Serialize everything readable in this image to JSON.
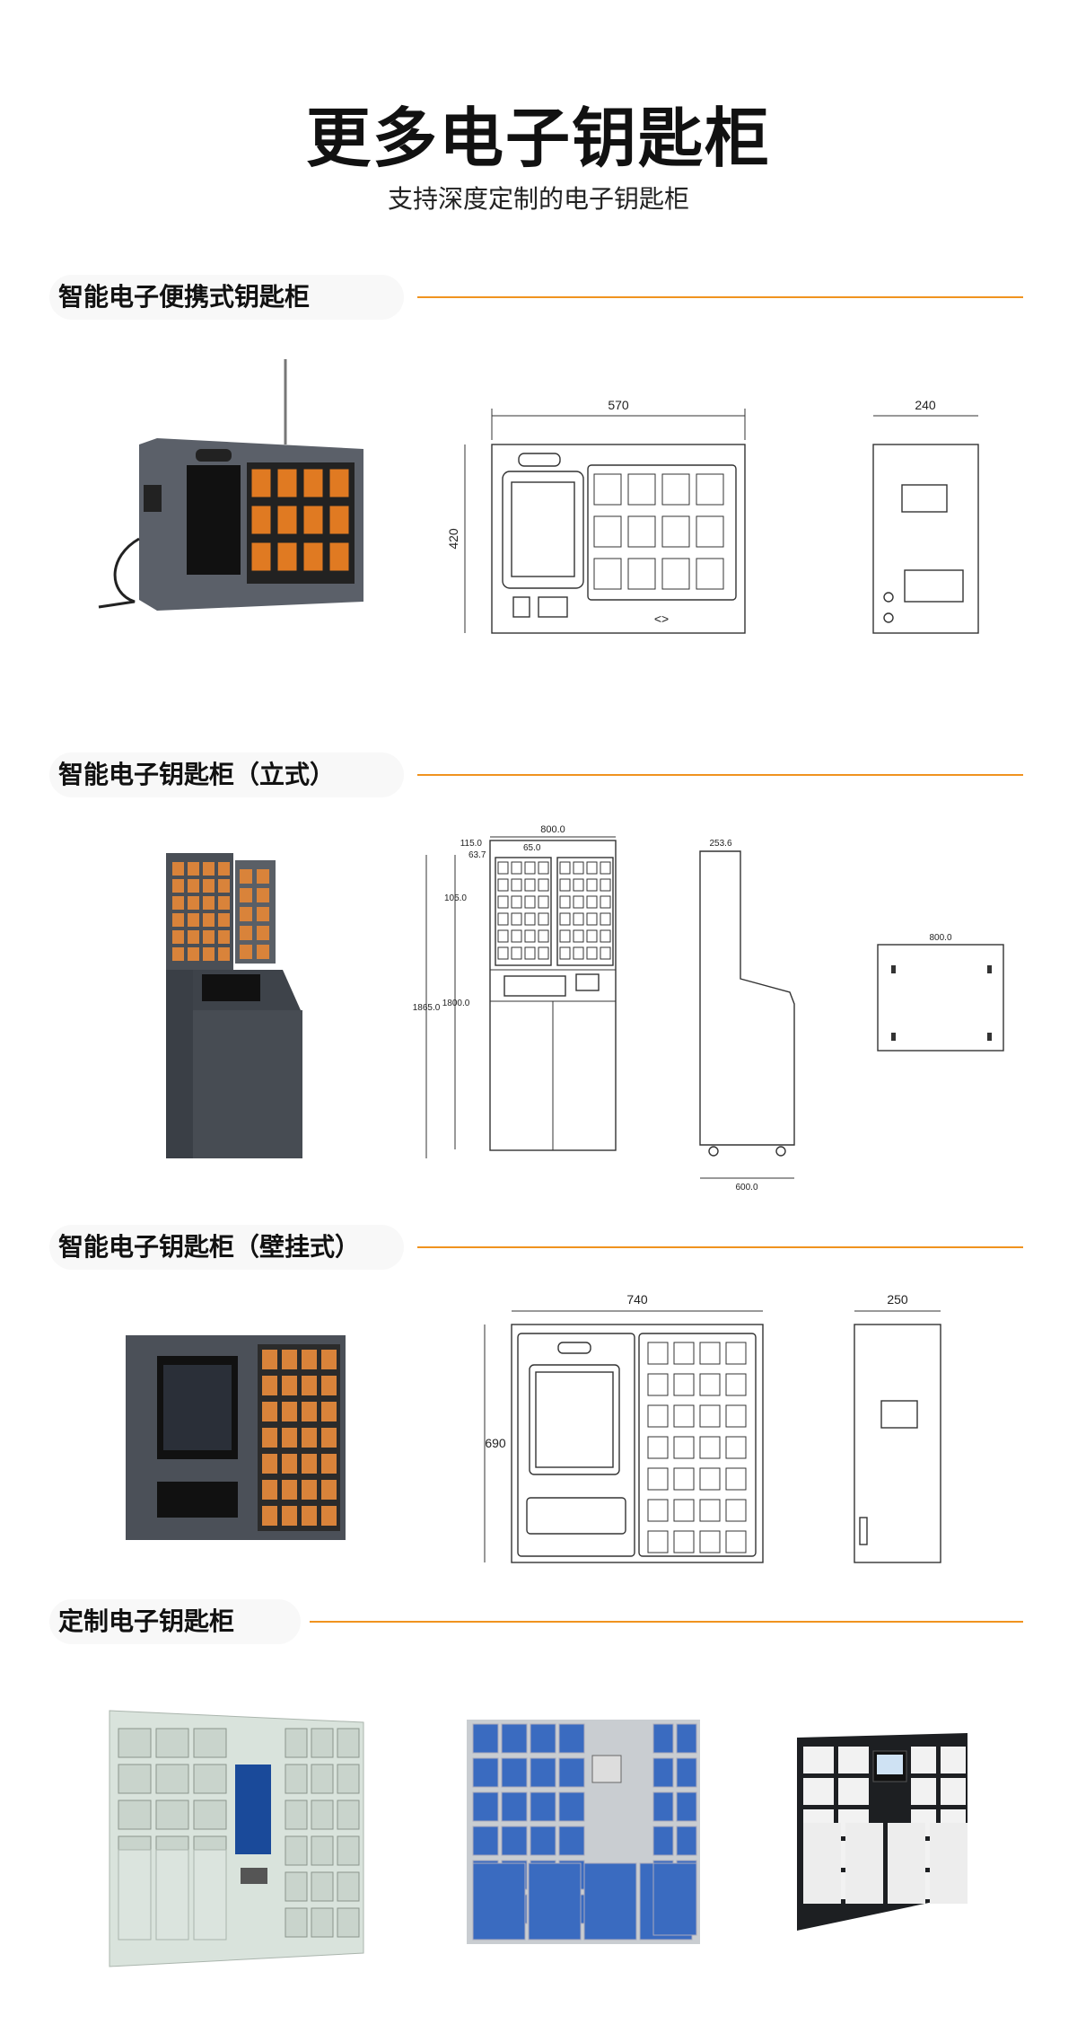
{
  "header": {
    "title": "更多电子钥匙柜",
    "subtitle": "支持深度定制的电子钥匙柜"
  },
  "sections": [
    {
      "title": "智能电子便携式钥匙柜",
      "dims": {
        "width": "570",
        "height": "420",
        "depth": "240"
      }
    },
    {
      "title": "智能电子钥匙柜（立式）",
      "dims": {
        "width": "800.0",
        "slot_w": "115.0",
        "gap": "65.0",
        "slot_h": "63.7",
        "row_pitch": "105.0",
        "total_h": "1865.0",
        "body_h": "1800.0",
        "top_depth": "253.6",
        "base_depth": "600.0",
        "top_width": "800.0"
      }
    },
    {
      "title": "智能电子钥匙柜（壁挂式）",
      "dims": {
        "width": "740",
        "height": "690",
        "depth": "250"
      }
    },
    {
      "title": "定制电子钥匙柜"
    }
  ],
  "colors": {
    "accent": "#f0931f",
    "cabinet_grey": "#5b6069",
    "key_orange": "#e07a22",
    "custom_blue": "#3a6bc0",
    "custom_green": "#d9e3dc"
  }
}
